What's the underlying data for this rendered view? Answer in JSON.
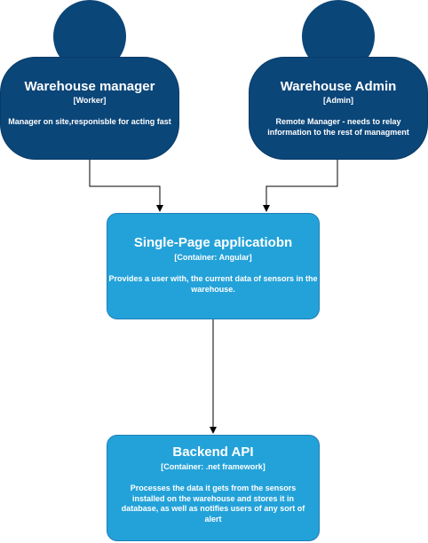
{
  "colors": {
    "person": "#0b4679",
    "person_border": "#083a66",
    "container": "#23a2d9",
    "arrow": "#000000"
  },
  "nodes": {
    "manager": {
      "title": "Warehouse manager",
      "subtitle": "[Worker]",
      "description": "Manager on site,responisble for acting fast"
    },
    "admin": {
      "title": "Warehouse Admin",
      "subtitle": "[Admin]",
      "description": "Remote Manager - needs to relay information to the rest of managment"
    },
    "spa": {
      "title": "Single-Page applicatiobn",
      "subtitle": "[Container: Angular]",
      "description": "Provides a user with, the current data of sensors in the warehouse."
    },
    "api": {
      "title": "Backend API",
      "subtitle": "[Container: .net framework]",
      "description": "Processes the data it gets from the sensors installed on the warehouse and stores it in database, as well as notifies users of any sort of alert"
    }
  },
  "edges": [
    {
      "from": "manager",
      "to": "spa"
    },
    {
      "from": "admin",
      "to": "spa"
    },
    {
      "from": "spa",
      "to": "api"
    }
  ]
}
